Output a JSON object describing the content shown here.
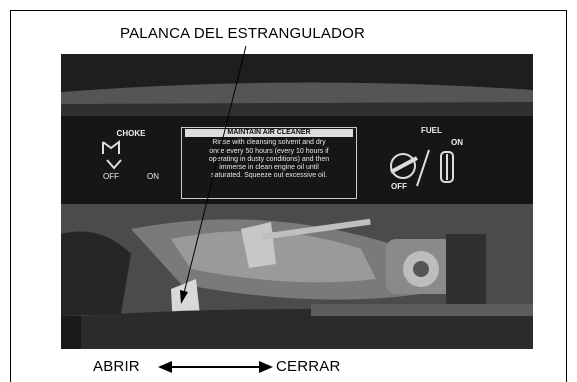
{
  "figure": {
    "callout_top": "PALANCA DEL ESTRANGULADOR",
    "callout_open": "ABRIR",
    "callout_close": "CERRAR"
  },
  "decal_choke": {
    "title": "CHOKE",
    "off": "OFF",
    "on": "ON"
  },
  "decal_air_cleaner": {
    "title": "MAINTAIN AIR CLEANER",
    "lines": [
      "Rinse with cleansing solvent and dry",
      "once every 50 hours (every 10 hours if",
      "operating in dusty conditions) and then",
      "immerse in clean engine oil until",
      "saturated. Squeeze out excessive oil."
    ]
  },
  "decal_fuel": {
    "title": "FUEL",
    "on": "ON",
    "off": "OFF"
  }
}
